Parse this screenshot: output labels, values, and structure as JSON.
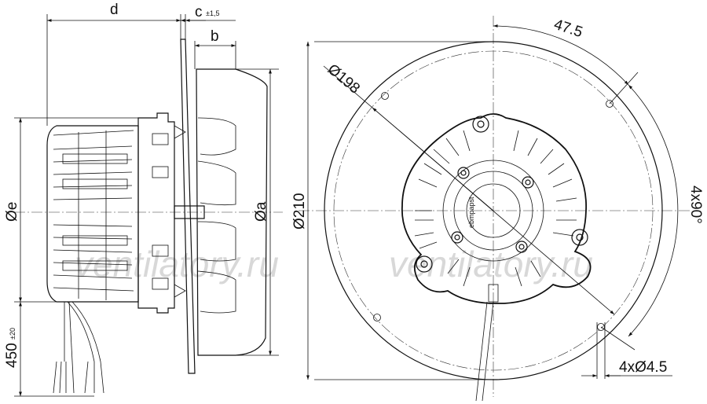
{
  "side_view": {
    "labels": {
      "d": "d",
      "c": "c",
      "c_tol": "±1,5",
      "b": "b",
      "a": "Øa",
      "e": "Øe",
      "cable_length": "450",
      "cable_tol": "±20"
    }
  },
  "front_view": {
    "labels": {
      "angle_offset": "47.5",
      "blade_diameter": "Ø198",
      "plate_diameter": "Ø210",
      "hole_spacing": "4x90°",
      "holes": "4xØ4.5",
      "brand": "ebmpapst"
    }
  },
  "watermarks": [
    "ventilatory.ru",
    "ventilatory.ru"
  ],
  "colors": {
    "line": "#111111",
    "watermark": "#d8d8d8",
    "motor_fill": "#f2f2f2"
  }
}
